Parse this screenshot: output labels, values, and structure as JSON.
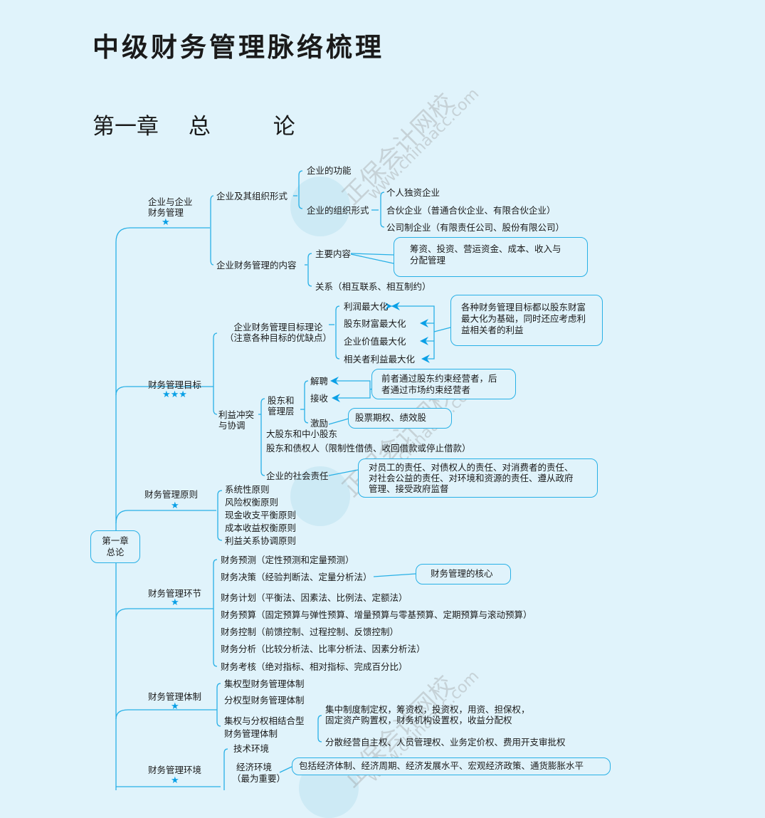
{
  "header": {
    "title": "中级财务管理脉络梳理",
    "chapter_title": {
      "part1": "第一章",
      "part2": "总",
      "part3": "论"
    }
  },
  "colors": {
    "background": "#e0f3fb",
    "line": "#28b0e6",
    "star": "#0aa0e6",
    "text": "#1a1a1a"
  },
  "watermark": {
    "brand": "正保会计网校",
    "url": "www.chinaacc.com"
  },
  "root": {
    "label_line1": "第一章",
    "label_line2": "总论"
  },
  "branches": {
    "enterprise": {
      "label_line1": "企业与企业",
      "label_line2": "财务管理",
      "stars": "★",
      "org": {
        "label": "企业及其组织形式",
        "function": "企业的功能",
        "forms": {
          "label": "企业的组织形式",
          "items": [
            "个人独资企业",
            "合伙企业（普通合伙企业、有限合伙企业）",
            "公司制企业（有限责任公司、股份有限公司）"
          ]
        }
      },
      "content": {
        "label": "企业财务管理的内容",
        "main": "主要内容",
        "main_note_line1": "筹资、投资、营运资金、成本、收入与",
        "main_note_line2": "分配管理",
        "relation": "关系（相互联系、相互制约）"
      }
    },
    "goals": {
      "label": "财务管理目标",
      "stars": "★★★",
      "theory": {
        "label_line1": "企业财务管理目标理论",
        "label_line2": "（注意各种目标的优缺点）",
        "items": [
          "利润最大化",
          "股东财富最大化",
          "企业价值最大化",
          "相关者利益最大化"
        ],
        "note_line1": "各种财务管理目标都以股东财富",
        "note_line2": "最大化为基础，同时还应考虑利",
        "note_line3": "益相关者的利益"
      },
      "conflict": {
        "label_line1": "利益冲突",
        "label_line2": "与协调",
        "shareholder_mgmt": {
          "label_line1": "股东和",
          "label_line2": "管理层",
          "items": [
            "解聘",
            "接收",
            "激励"
          ],
          "note_line1": "前者通过股东约束经营者，后",
          "note_line2": "者通过市场约束经营者",
          "incentive_note": "股票期权、绩效股"
        },
        "major_minor": "大股东和中小股东",
        "creditors": "股东和债权人（限制性借债、收回借款或停止借款）",
        "social": {
          "label": "企业的社会责任",
          "note_line1": "对员工的责任、对债权人的责任、对消费者的责任、",
          "note_line2": "对社会公益的责任、对环境和资源的责任、遵从政府",
          "note_line3": "管理、接受政府监督"
        }
      }
    },
    "principles": {
      "label": "财务管理原则",
      "stars": "★",
      "items": [
        "系统性原则",
        "风险权衡原则",
        "现金收支平衡原则",
        "成本收益权衡原则",
        "利益关系协调原则"
      ]
    },
    "steps": {
      "label": "财务管理环节",
      "stars": "★",
      "items": [
        "财务预测（定性预测和定量预测）",
        "财务决策（经验判断法、定量分析法）",
        "财务计划（平衡法、因素法、比例法、定额法）",
        "财务预算（固定预算与弹性预算、增量预算与零基预算、定期预算与滚动预算）",
        "财务控制（前馈控制、过程控制、反馈控制）",
        "财务分析（比较分析法、比率分析法、因素分析法）",
        "财务考核（绝对指标、相对指标、完成百分比）"
      ],
      "decision_note": "财务管理的核心"
    },
    "system": {
      "label": "财务管理体制",
      "stars": "★",
      "items": [
        "集权型财务管理体制",
        "分权型财务管理体制"
      ],
      "mixed": {
        "label_line1": "集权与分权相结合型",
        "label_line2": "财务管理体制",
        "central_line1": "集中制度制定权，筹资权，投资权，用资、担保权，",
        "central_line2": "固定资产购置权，财务机构设置权，收益分配权",
        "decentral": "分散经营自主权、人员管理权、业务定价权、费用开支审批权"
      }
    },
    "environment": {
      "label": "财务管理环境",
      "stars": "★",
      "tech": "技术环境",
      "economic_line1": "经济环境",
      "economic_line2": "（最为重要）",
      "economic_note": "包括经济体制、经济周期、经济发展水平、宏观经济政策、通货膨胀水平"
    }
  }
}
